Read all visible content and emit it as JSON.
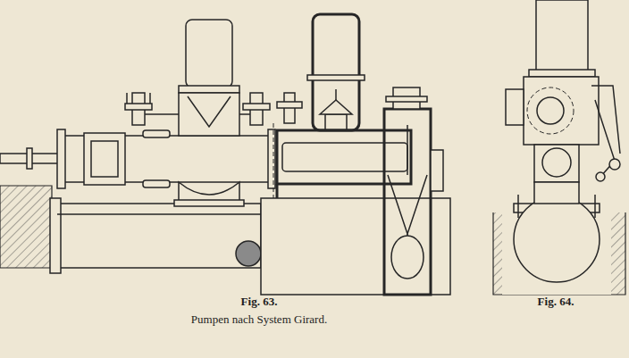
{
  "diagram": {
    "caption": "Pumpen nach System Girard.",
    "labels": [
      "Fig. 63.",
      "Fig. 64."
    ]
  }
}
